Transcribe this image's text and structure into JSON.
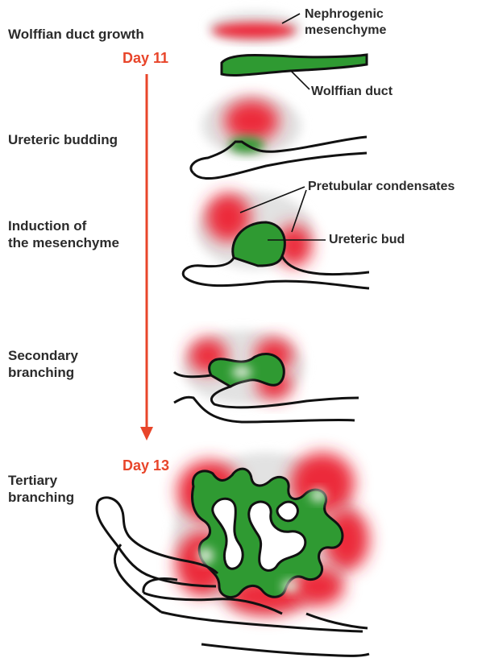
{
  "stages": {
    "wolffian_duct_growth": "Wolffian duct growth",
    "ureteric_budding": "Ureteric budding",
    "induction_line1": "Induction of",
    "induction_line2": "the mesenchyme",
    "secondary_line1": "Secondary",
    "secondary_line2": "branching",
    "tertiary_line1": "Tertiary",
    "tertiary_line2": "branching"
  },
  "timeline": {
    "start": "Day 11",
    "end": "Day 13"
  },
  "callouts": {
    "nephrogenic_line1": "Nephrogenic",
    "nephrogenic_line2": "mesenchyme",
    "wolffian_duct": "Wolffian duct",
    "pretubular": "Pretubular condensates",
    "ureteric_bud": "Ureteric bud"
  },
  "colors": {
    "mesenchyme_red": "#ec2a3a",
    "duct_green": "#2f9a32",
    "outline": "#111111",
    "arrow": "#e8452a",
    "tissue_gray": "#e4e4e4"
  }
}
